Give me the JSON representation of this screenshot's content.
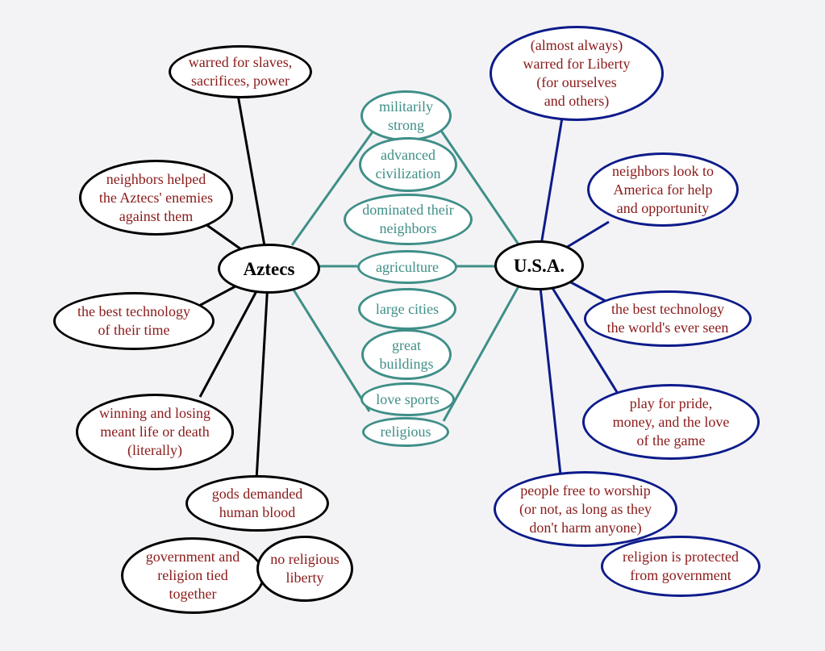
{
  "hubs": {
    "aztecs": "Aztecs",
    "usa": "U.S.A."
  },
  "aztec_traits": {
    "warred": "warred for slaves,\nsacrifices, power",
    "neighbors": "neighbors helped\nthe Aztecs' enemies\nagainst them",
    "technology": "the best technology\nof their time",
    "sports": "winning and losing\nmeant life or death\n(literally)",
    "gods": "gods demanded\nhuman blood",
    "government": "government and\nreligion tied\ntogether",
    "liberty": "no religious\nliberty"
  },
  "usa_traits": {
    "warred": "(almost always)\nwarred for Liberty\n(for ourselves\nand others)",
    "neighbors": "neighbors look to\nAmerica for help\nand opportunity",
    "technology": "the best technology\nthe world's ever seen",
    "sports": "play for pride,\nmoney, and the love\nof the game",
    "worship": "people free to worship\n(or not, as long as they\ndon't harm anyone)",
    "religion": "religion is protected\nfrom government"
  },
  "shared_traits": {
    "military": "militarily\nstrong",
    "civilization": "advanced\ncivilization",
    "dominated": "dominated their\nneighbors",
    "agriculture": "agriculture",
    "cities": "large cities",
    "buildings": "great\nbuildings",
    "sports": "love sports",
    "religious": "religious"
  },
  "colors": {
    "aztec_outline": "#000000",
    "usa_outline": "#0d1b8a",
    "shared_outline": "#3f8f88",
    "trait_text": "#8b1a1a",
    "background": "#f3f3f5"
  }
}
